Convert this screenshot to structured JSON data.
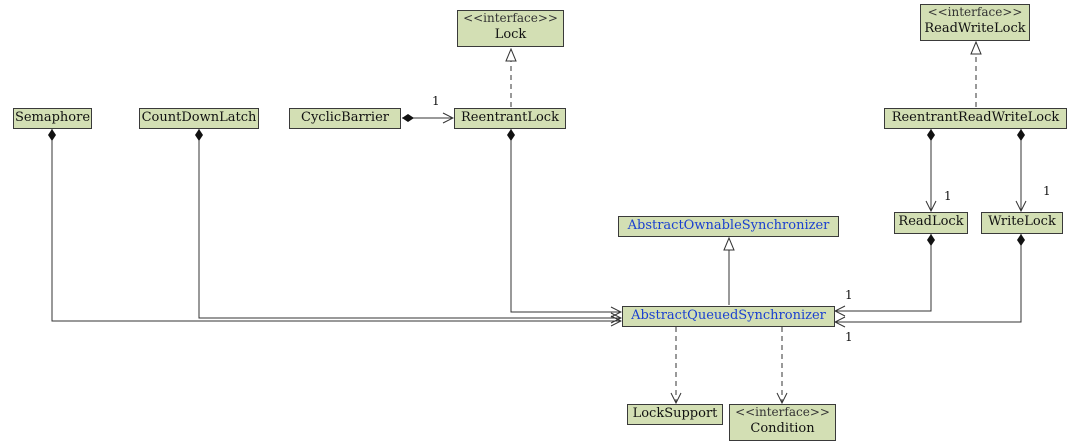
{
  "classes": {
    "lock": {
      "stereotype": "<<interface>>",
      "name": "Lock"
    },
    "read_write_lock": {
      "stereotype": "<<interface>>",
      "name": "ReadWriteLock"
    },
    "semaphore": {
      "name": "Semaphore"
    },
    "count_down_latch": {
      "name": "CountDownLatch"
    },
    "cyclic_barrier": {
      "name": "CyclicBarrier"
    },
    "reentrant_lock": {
      "name": "ReentrantLock"
    },
    "reentrant_read_write_lock": {
      "name": "ReentrantReadWriteLock"
    },
    "abstract_ownable_synchronizer": {
      "name": "AbstractOwnableSynchronizer"
    },
    "read_lock": {
      "name": "ReadLock"
    },
    "write_lock": {
      "name": "WriteLock"
    },
    "abstract_queued_synchronizer": {
      "name": "AbstractQueuedSynchronizer"
    },
    "lock_support": {
      "name": "LockSupport"
    },
    "condition": {
      "stereotype": "<<interface>>",
      "name": "Condition"
    }
  },
  "multiplicities": {
    "cyclic_to_reentrant": "1",
    "rrwl_to_readlock": "1",
    "rrwl_to_writelock": "1",
    "readlock_to_aqs": "1",
    "writelock_to_aqs": "1"
  },
  "colors": {
    "box_fill": "#d3dfb4",
    "line": "#3a3a3a",
    "abstract_name": "#1a3fd0"
  }
}
